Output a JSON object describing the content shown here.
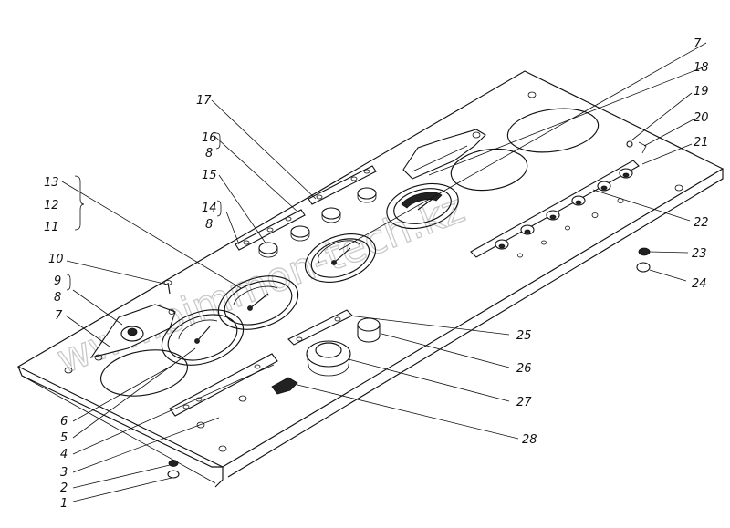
{
  "watermark": "www.bimmon-tech.kz",
  "callouts": {
    "n1": "1",
    "n2": "2",
    "n3": "3",
    "n4": "4",
    "n5": "5",
    "n6": "6",
    "n7a": "7",
    "n7b": "7",
    "n8a": "8",
    "n8b": "8",
    "n8c": "8",
    "n9": "9",
    "n10": "10",
    "n11": "11",
    "n12": "12",
    "n13": "13",
    "n14": "14",
    "n15": "15",
    "n16": "16",
    "n17": "17",
    "n18": "18",
    "n19": "19",
    "n20": "20",
    "n21": "21",
    "n22": "22",
    "n23": "23",
    "n24": "24",
    "n25": "25",
    "n26": "26",
    "n27": "27",
    "n28": "28"
  }
}
